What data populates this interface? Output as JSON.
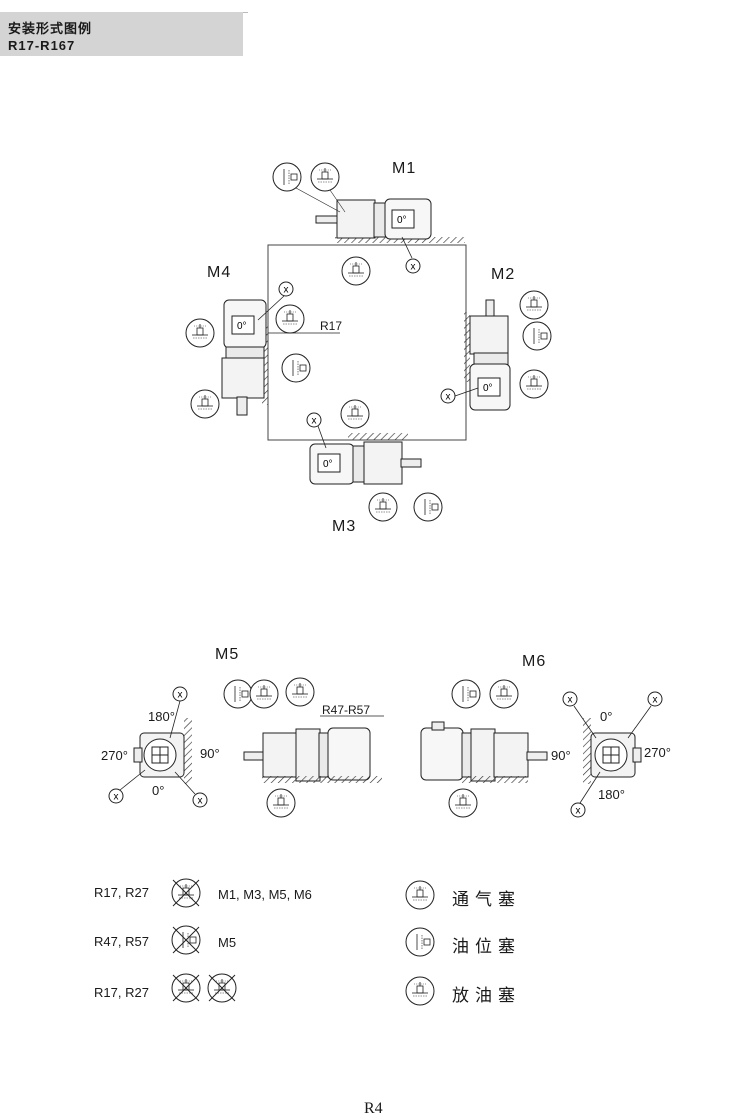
{
  "header": {
    "title": "安装形式图例",
    "subtitle": "R17-R167"
  },
  "diagram_top": {
    "labels": {
      "m1": "M1",
      "m2": "M2",
      "m3": "M3",
      "m4": "M4"
    },
    "r17_label": "R17",
    "zero": "0°",
    "x_mark": "x"
  },
  "diagram_bottom": {
    "labels": {
      "m5": "M5",
      "m6": "M6"
    },
    "r47_label": "R47-R57",
    "angles_m5": {
      "a180": "180°",
      "a270": "270°",
      "a90": "90°",
      "a0": "0°"
    },
    "angles_m6": {
      "a0": "0°",
      "a90": "90°",
      "a270": "270°",
      "a180": "180°"
    }
  },
  "legend_left": [
    {
      "models": "R17,  R27",
      "positions": "M1, M3, M5, M6"
    },
    {
      "models": "R47,  R57",
      "positions": "M5"
    },
    {
      "models": "R17,  R27",
      "positions": ""
    }
  ],
  "legend_right": [
    {
      "label": "通气塞",
      "icon": "breather-plug-icon"
    },
    {
      "label": "油位塞",
      "icon": "oil-level-plug-icon"
    },
    {
      "label": "放油塞",
      "icon": "oil-drain-plug-icon"
    }
  ],
  "page_number": "R4"
}
